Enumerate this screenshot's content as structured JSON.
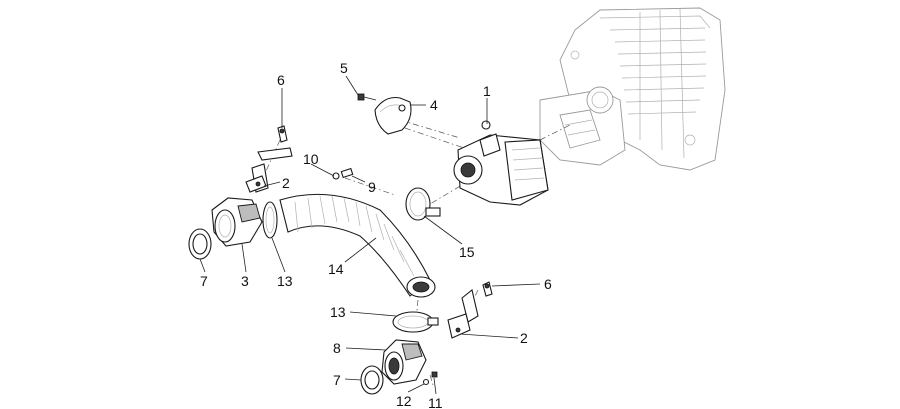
{
  "callouts": [
    {
      "id": "1",
      "text": "1"
    },
    {
      "id": "2a",
      "text": "2"
    },
    {
      "id": "2b",
      "text": "2"
    },
    {
      "id": "3",
      "text": "3"
    },
    {
      "id": "4",
      "text": "4"
    },
    {
      "id": "5",
      "text": "5"
    },
    {
      "id": "6a",
      "text": "6"
    },
    {
      "id": "6b",
      "text": "6"
    },
    {
      "id": "7a",
      "text": "7"
    },
    {
      "id": "7b",
      "text": "7"
    },
    {
      "id": "8",
      "text": "8"
    },
    {
      "id": "9",
      "text": "9"
    },
    {
      "id": "10",
      "text": "10"
    },
    {
      "id": "11",
      "text": "11"
    },
    {
      "id": "12",
      "text": "12"
    },
    {
      "id": "13a",
      "text": "13"
    },
    {
      "id": "13b",
      "text": "13"
    },
    {
      "id": "14",
      "text": "14"
    },
    {
      "id": "15",
      "text": "15"
    }
  ]
}
